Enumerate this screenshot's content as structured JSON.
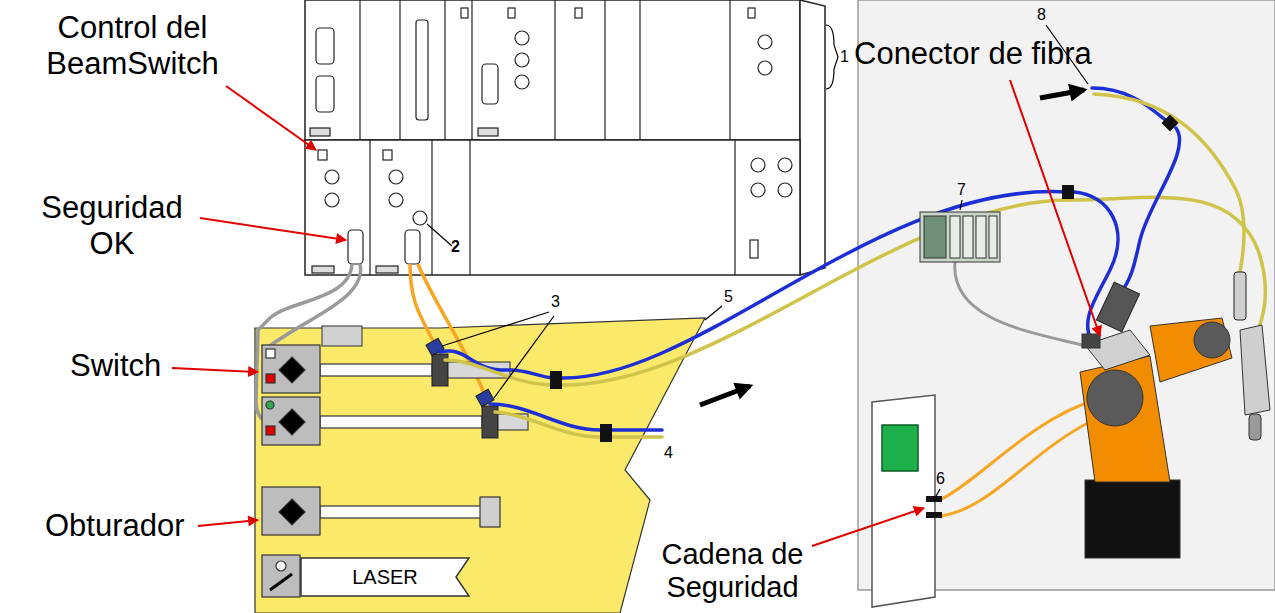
{
  "diagram": {
    "nodes": [
      {
        "text": [
          "LASER"
        ]
      }
    ],
    "labels": [
      "Control del BeamSwitch",
      "Seguridad OK",
      "Switch",
      "Obturador",
      "Cadena de Seguridad",
      "Conector de fibra",
      "1",
      "2",
      "3",
      "4",
      "5",
      "6",
      "7",
      "8"
    ]
  }
}
